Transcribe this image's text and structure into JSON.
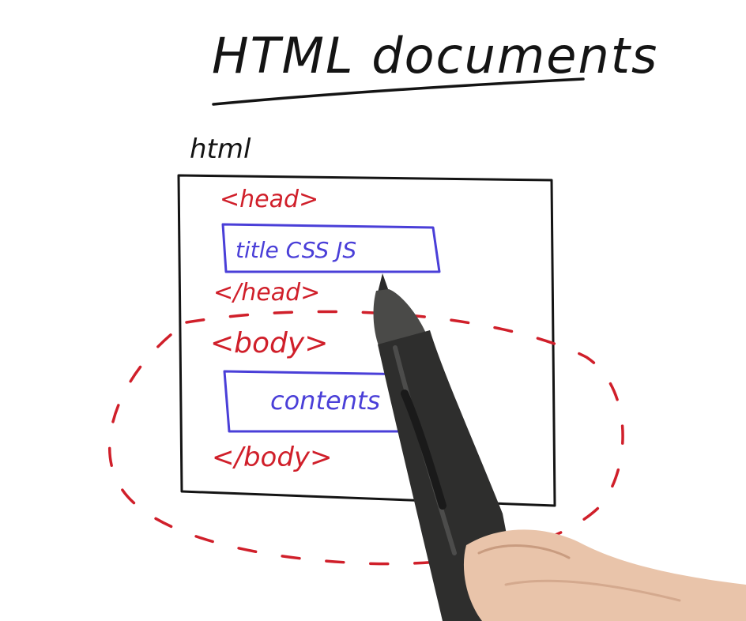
{
  "title": "HTML documents",
  "outer_label": "html",
  "head_open": "<head>",
  "head_contents": "title CSS JS",
  "head_close": "</head>",
  "body_open": "<body>",
  "body_contents": "contents",
  "body_close": "</body>",
  "colors": {
    "ink_black": "#141414",
    "ink_red": "#d01f2a",
    "ink_blue": "#4a3fd8",
    "background": "#ffffff"
  }
}
